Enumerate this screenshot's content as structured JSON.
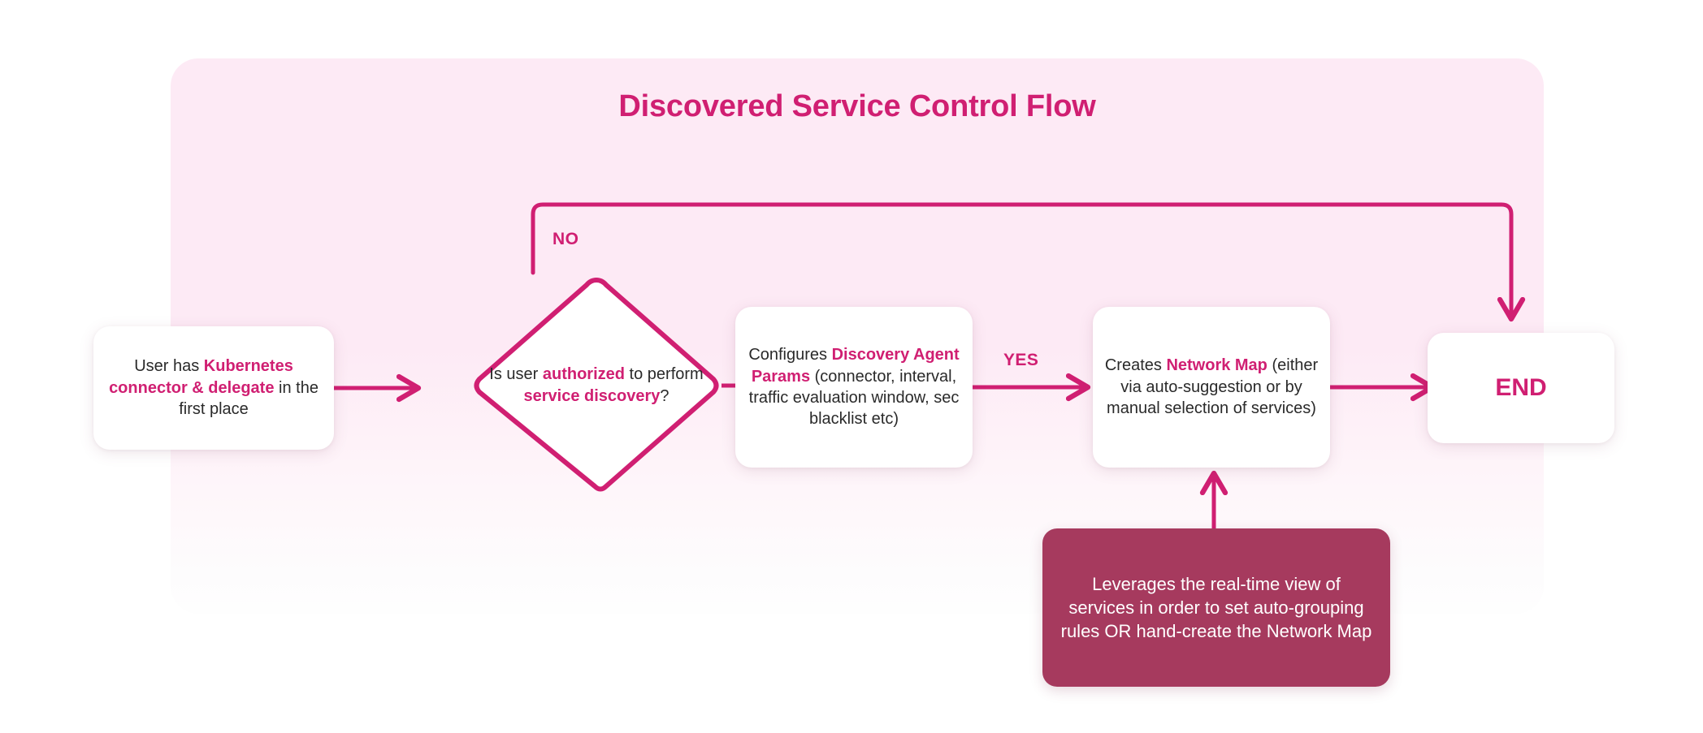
{
  "page": {
    "title": "Discovered Service Control Flow",
    "accent_color": "#d01f72",
    "panel_color": "#fdeaf5",
    "note_color": "#a63a5e",
    "box_color": "#ffffff"
  },
  "nodes": {
    "start": {
      "type": "process",
      "text_parts": [
        {
          "text": "User has ",
          "emphasis": false
        },
        {
          "text": "Kubernetes connector & delegate",
          "emphasis": true
        },
        {
          "text": " in the first place",
          "emphasis": false
        }
      ],
      "plain_text": "User has Kubernetes connector & delegate in the first place"
    },
    "decision": {
      "type": "decision",
      "text_parts": [
        {
          "text": "Is user ",
          "emphasis": false
        },
        {
          "text": "authorized",
          "emphasis": true
        },
        {
          "text": " to perform ",
          "emphasis": false
        },
        {
          "text": "service discovery",
          "emphasis": true
        },
        {
          "text": "?",
          "emphasis": false
        }
      ],
      "plain_text": "Is user authorized to perform service discovery?"
    },
    "params": {
      "type": "process",
      "text_parts": [
        {
          "text": "Configures ",
          "emphasis": false
        },
        {
          "text": "Discovery Agent Params",
          "emphasis": true
        },
        {
          "text": " (connector, interval, traffic evaluation window, sec blacklist etc)",
          "emphasis": false
        }
      ],
      "plain_text": "Configures Discovery Agent Params (connector, interval, traffic evaluation window, sec blacklist etc)"
    },
    "netmap": {
      "type": "process",
      "text_parts": [
        {
          "text": "Creates ",
          "emphasis": false
        },
        {
          "text": "Network Map",
          "emphasis": true
        },
        {
          "text": " (either via auto-suggestion or by manual selection of services)",
          "emphasis": false
        }
      ],
      "plain_text": "Creates Network Map (either via auto-suggestion or by manual selection of services)"
    },
    "end": {
      "type": "terminator",
      "label": "END"
    },
    "note": {
      "type": "annotation",
      "text": "Leverages the real-time view of services in order to set auto-grouping rules OR hand-create the Network Map"
    }
  },
  "edges": [
    {
      "id": "start-to-decision",
      "from": "start",
      "to": "decision",
      "label": ""
    },
    {
      "id": "decision-no-to-end",
      "from": "decision",
      "to": "end",
      "label": "NO"
    },
    {
      "id": "decision-yes-to-params",
      "from": "decision",
      "to": "params",
      "label": "YES"
    },
    {
      "id": "params-to-netmap",
      "from": "params",
      "to": "netmap",
      "label": "YES"
    },
    {
      "id": "netmap-to-end",
      "from": "netmap",
      "to": "end",
      "label": ""
    },
    {
      "id": "note-to-netmap",
      "from": "note",
      "to": "netmap",
      "label": ""
    }
  ],
  "labels": {
    "no": "NO",
    "yes_1": "YES",
    "yes_2": "YES"
  }
}
